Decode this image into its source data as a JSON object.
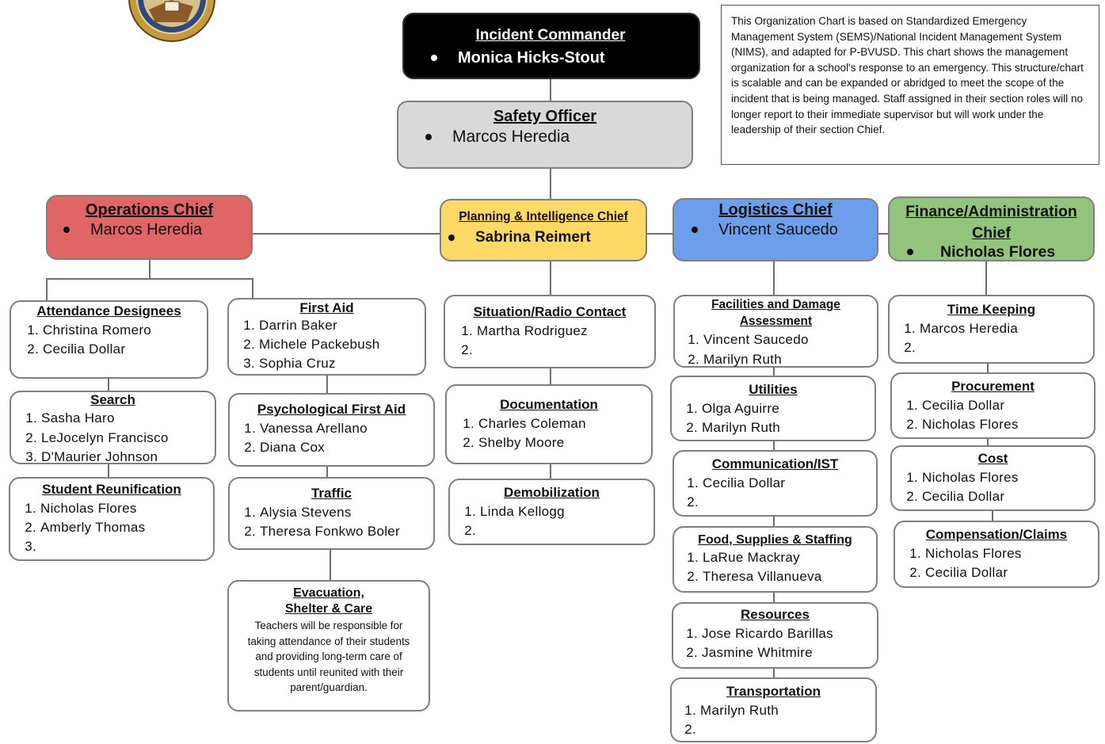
{
  "commander": {
    "title": "Incident Commander",
    "name": "Monica Hicks-Stout"
  },
  "safety": {
    "title": "Safety Officer",
    "name": "Marcos Heredia"
  },
  "note": "This Organization Chart is based on Standardized Emergency Management System (SEMS)/National Incident Management System (NIMS), and adapted for P-BVUSD. This chart shows the management organization for a school's response to an emergency. This structure/chart is scalable and can be expanded or abridged to meet the scope of the incident that is being managed. Staff assigned in their section roles will no longer report to their immediate supervisor but will work under the leadership of their section Chief.",
  "chiefs": {
    "operations": {
      "title": "Operations Chief",
      "name": "Marcos Heredia"
    },
    "planning": {
      "title": "Planning & Intelligence Chief",
      "name": "Sabrina Reimert"
    },
    "logistics": {
      "title": "Logistics Chief",
      "name": "Vincent Saucedo"
    },
    "finance": {
      "title_1": "Finance/Administration",
      "title_2": "Chief",
      "name": "Nicholas Flores"
    }
  },
  "colors": {
    "commander": "#000000",
    "safety": "#d9d9d9",
    "operations": "#e06666",
    "planning": "#ffd966",
    "logistics": "#6d9eeb",
    "finance": "#93c47d",
    "connector": "#6e6e6e"
  },
  "operations_units": {
    "attendance": {
      "title": "Attendance Designees",
      "items": [
        "Christina Romero",
        "Cecilia Dollar"
      ]
    },
    "search": {
      "title": "Search",
      "items": [
        "Sasha Haro",
        "LeJocelyn Francisco",
        "D'Maurier Johnson"
      ]
    },
    "reunification": {
      "title": "Student Reunification",
      "items": [
        "Nicholas Flores",
        "Amberly Thomas",
        ""
      ]
    },
    "first_aid": {
      "title": "First Aid",
      "items": [
        "Darrin Baker",
        "Michele Packebush",
        "Sophia Cruz"
      ]
    },
    "psych": {
      "title": "Psychological First Aid",
      "items": [
        "Vanessa Arellano",
        "Diana Cox"
      ]
    },
    "traffic": {
      "title": "Traffic",
      "items": [
        "Alysia Stevens",
        "Theresa Fonkwo Boler"
      ]
    },
    "evacuation": {
      "title_1": "Evacuation,",
      "title_2": "Shelter & Care",
      "desc": "Teachers will be responsible for taking attendance of their students and providing long-term care of students until reunited with their parent/guardian."
    }
  },
  "planning_units": {
    "situation": {
      "title": "Situation/Radio Contact",
      "items": [
        "Martha Rodriguez",
        ""
      ]
    },
    "documentation": {
      "title": "Documentation",
      "items": [
        "Charles Coleman",
        "Shelby Moore"
      ]
    },
    "demobilization": {
      "title": "Demobilization",
      "items": [
        "Linda Kellogg",
        ""
      ]
    }
  },
  "logistics_units": {
    "facilities": {
      "title_1": "Facilities and Damage",
      "title_2": "Assessment",
      "items": [
        "Vincent Saucedo",
        "Marilyn Ruth"
      ]
    },
    "utilities": {
      "title": "Utilities",
      "items": [
        "Olga Aguirre",
        "Marilyn Ruth"
      ]
    },
    "communication": {
      "title": "Communication/IST",
      "items": [
        "Cecilia Dollar",
        ""
      ]
    },
    "food": {
      "title": "Food, Supplies & Staffing",
      "items": [
        "LaRue Mackray",
        "Theresa Villanueva"
      ]
    },
    "resources": {
      "title": "Resources",
      "items": [
        "Jose Ricardo Barillas",
        "Jasmine Whitmire"
      ]
    },
    "transportation": {
      "title": "Transportation",
      "items": [
        "Marilyn Ruth",
        ""
      ]
    }
  },
  "finance_units": {
    "timekeeping": {
      "title": "Time Keeping",
      "items": [
        "Marcos Heredia",
        ""
      ]
    },
    "procurement": {
      "title": "Procurement",
      "items": [
        "Cecilia Dollar",
        "Nicholas Flores"
      ]
    },
    "cost": {
      "title": "Cost",
      "items": [
        "Nicholas Flores",
        "Cecilia Dollar"
      ]
    },
    "claims": {
      "title": "Compensation/Claims",
      "items": [
        "Nicholas Flores",
        "Cecilia Dollar"
      ]
    }
  }
}
